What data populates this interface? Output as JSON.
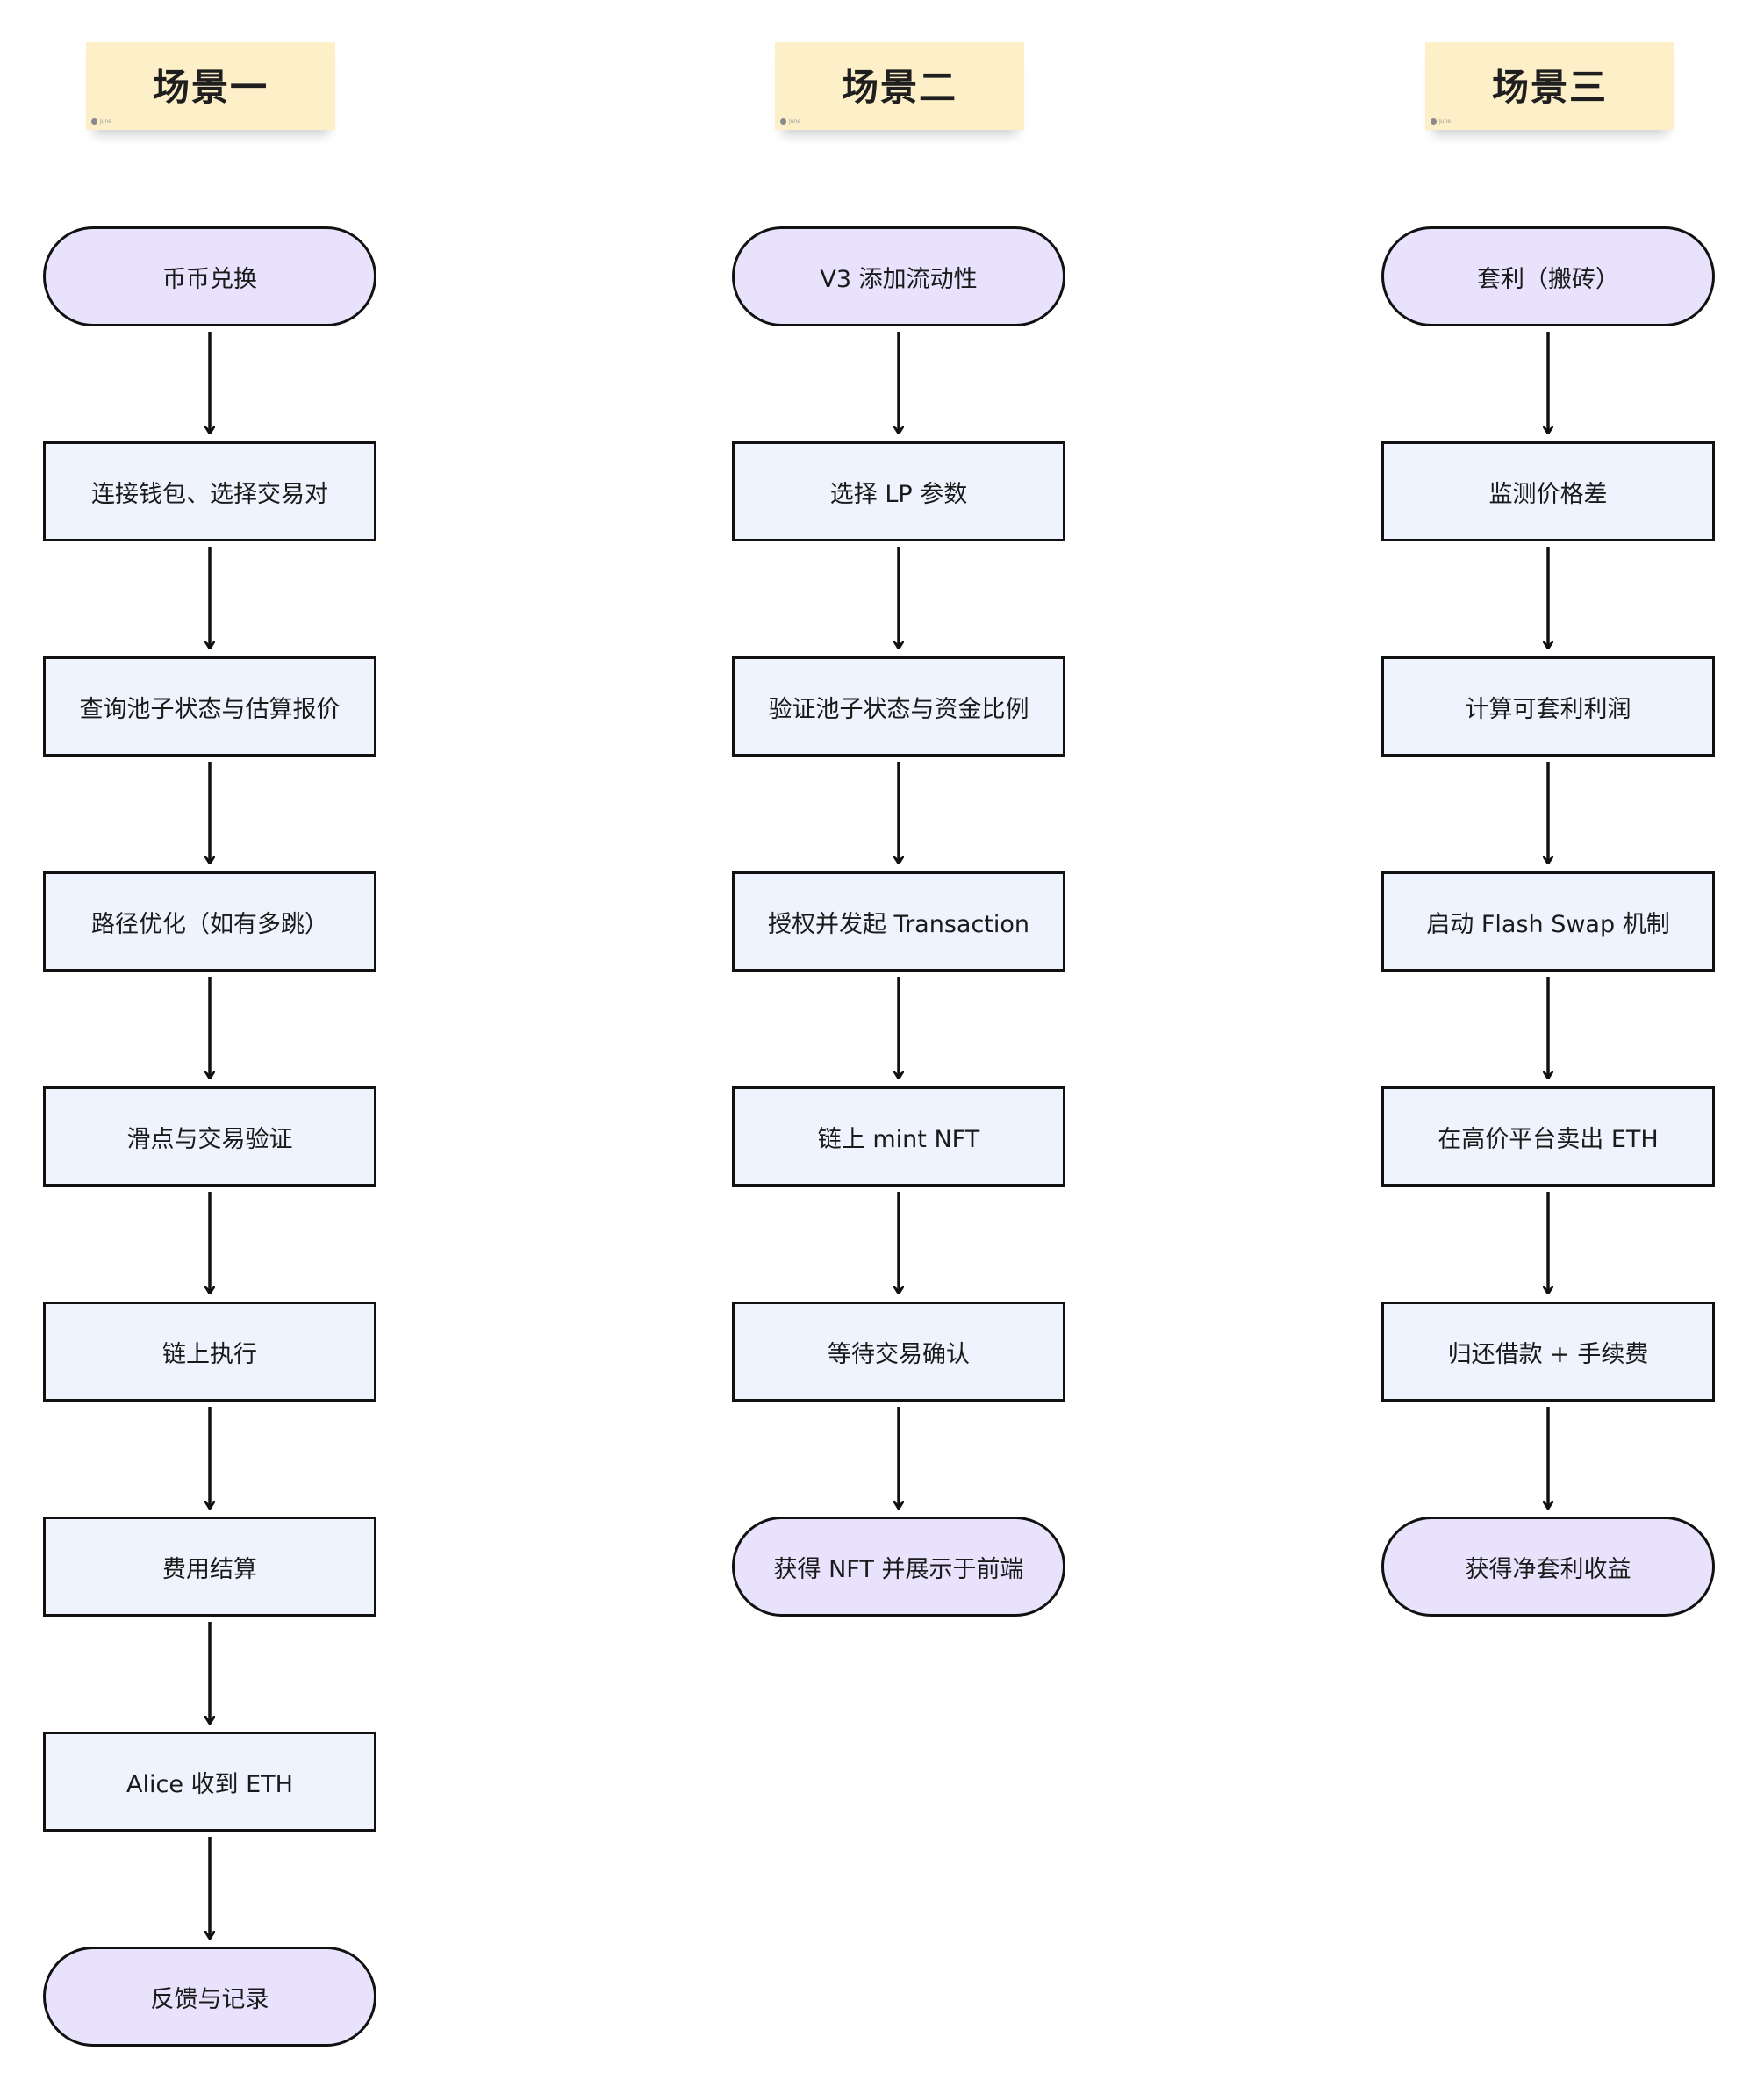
{
  "scenarios": [
    {
      "title": "场景一",
      "author": "June",
      "steps": [
        {
          "label": "币币兑换",
          "type": "terminal"
        },
        {
          "label": "连接钱包、选择交易对",
          "type": "process"
        },
        {
          "label": "查询池子状态与估算报价",
          "type": "process"
        },
        {
          "label": "路径优化（如有多跳）",
          "type": "process"
        },
        {
          "label": "滑点与交易验证",
          "type": "process"
        },
        {
          "label": "链上执行",
          "type": "process"
        },
        {
          "label": "费用结算",
          "type": "process"
        },
        {
          "label": "Alice 收到 ETH",
          "type": "process"
        },
        {
          "label": "反馈与记录",
          "type": "terminal"
        }
      ]
    },
    {
      "title": "场景二",
      "author": "June",
      "steps": [
        {
          "label": "V3 添加流动性",
          "type": "terminal"
        },
        {
          "label": "选择 LP 参数",
          "type": "process"
        },
        {
          "label": "验证池子状态与资金比例",
          "type": "process"
        },
        {
          "label": "授权并发起 Transaction",
          "type": "process"
        },
        {
          "label": "链上 mint NFT",
          "type": "process"
        },
        {
          "label": "等待交易确认",
          "type": "process"
        },
        {
          "label": "获得 NFT 并展示于前端",
          "type": "terminal"
        }
      ]
    },
    {
      "title": "场景三",
      "author": "June",
      "steps": [
        {
          "label": "套利（搬砖）",
          "type": "terminal"
        },
        {
          "label": "监测价格差",
          "type": "process"
        },
        {
          "label": "计算可套利利润",
          "type": "process"
        },
        {
          "label": "启动 Flash Swap 机制",
          "type": "process"
        },
        {
          "label": "在高价平台卖出 ETH",
          "type": "process"
        },
        {
          "label": "归还借款 + 手续费",
          "type": "process"
        },
        {
          "label": "获得净套利收益",
          "type": "terminal"
        }
      ]
    }
  ]
}
